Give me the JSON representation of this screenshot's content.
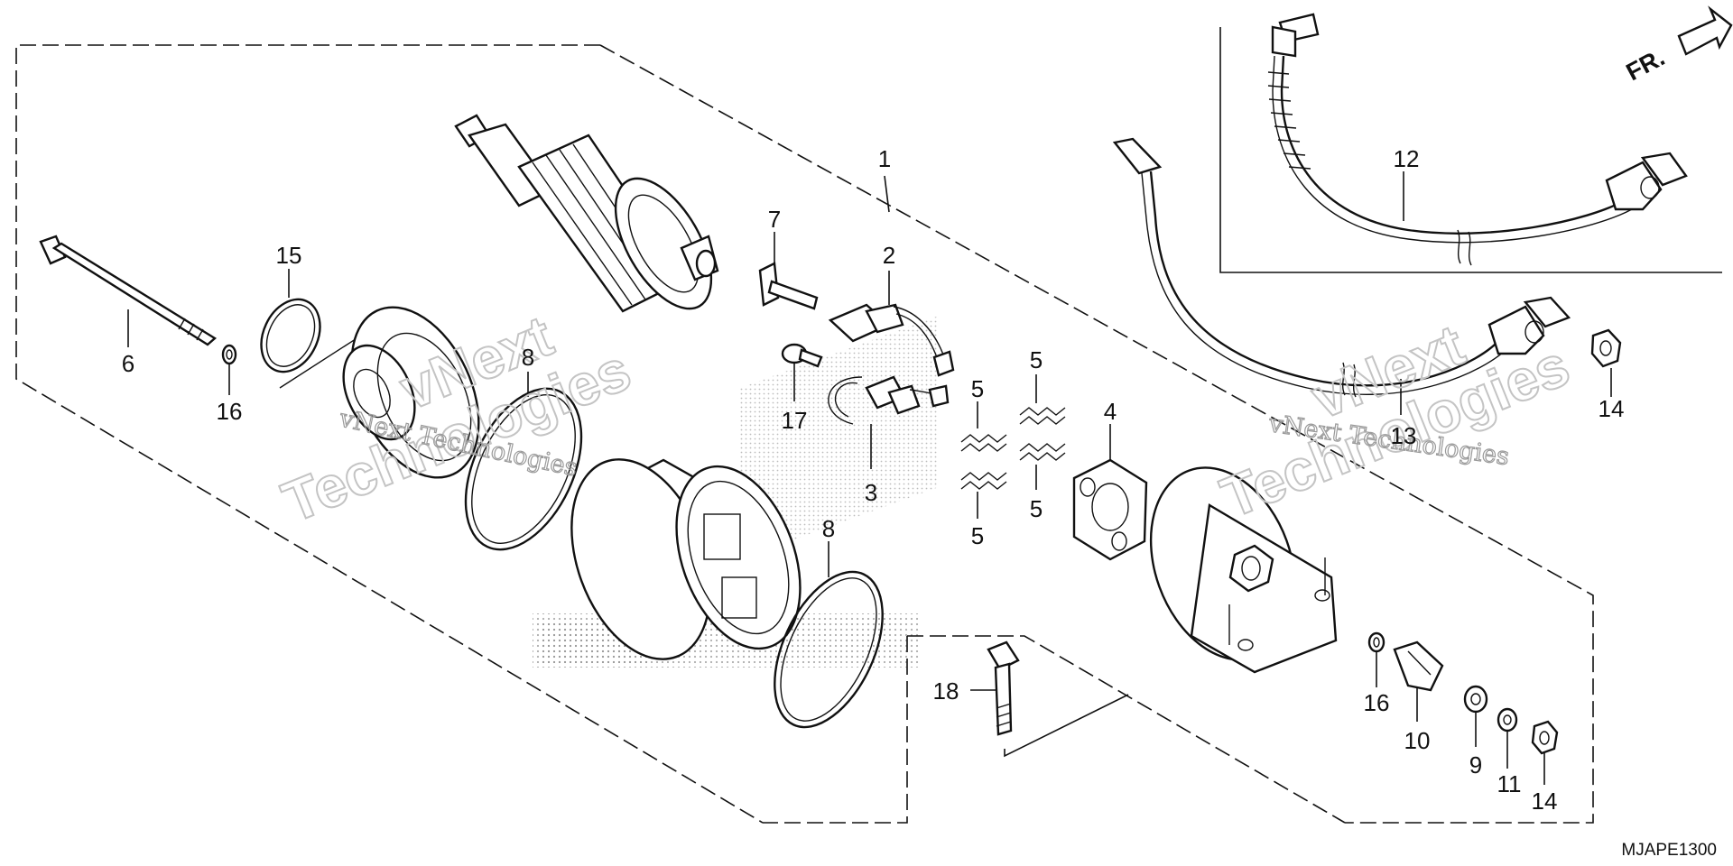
{
  "diagram": {
    "reference_code": "MJAPE1300",
    "direction_indicator": "FR.",
    "watermarks": [
      {
        "line1": "vNext",
        "line2": "Technologies"
      },
      {
        "line1": "vNext",
        "line2": "Technologies"
      }
    ],
    "watermark_captions": [
      "vNext Technologies",
      "vNext Technologies"
    ],
    "callouts": [
      "1",
      "2",
      "3",
      "4",
      "5",
      "5",
      "5",
      "5",
      "6",
      "7",
      "8",
      "8",
      "9",
      "10",
      "11",
      "12",
      "13",
      "14",
      "14",
      "15",
      "16",
      "16",
      "17",
      "18"
    ]
  }
}
